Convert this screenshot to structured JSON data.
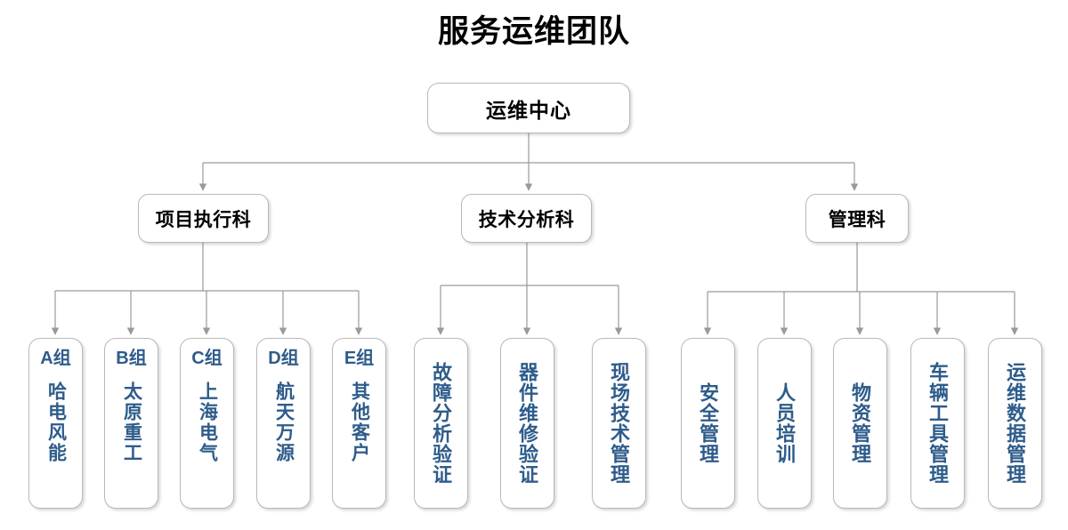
{
  "title": "服务运维团队",
  "colors": {
    "leaf_text": "#2e5c8a",
    "node_text": "#000000",
    "border": "#b9b9b9",
    "connector": "#9a9a9a",
    "background": "#ffffff"
  },
  "root": {
    "label": "运维中心"
  },
  "departments": [
    {
      "label": "项目执行科"
    },
    {
      "label": "技术分析科"
    },
    {
      "label": "管理科"
    }
  ],
  "leaves": {
    "project": [
      {
        "code": "A组",
        "name": "哈电风能"
      },
      {
        "code": "B组",
        "name": "太原重工"
      },
      {
        "code": "C组",
        "name": "上海电气"
      },
      {
        "code": "D组",
        "name": "航天万源"
      },
      {
        "code": "E组",
        "name": "其他客户"
      }
    ],
    "technical": [
      {
        "code": "",
        "name": "故障分析验证"
      },
      {
        "code": "",
        "name": "器件维修验证"
      },
      {
        "code": "",
        "name": "现场技术管理"
      }
    ],
    "management": [
      {
        "code": "",
        "name": "安全管理"
      },
      {
        "code": "",
        "name": "人员培训"
      },
      {
        "code": "",
        "name": "物资管理"
      },
      {
        "code": "",
        "name": "车辆工具管理"
      },
      {
        "code": "",
        "name": "运维数据管理"
      }
    ]
  }
}
